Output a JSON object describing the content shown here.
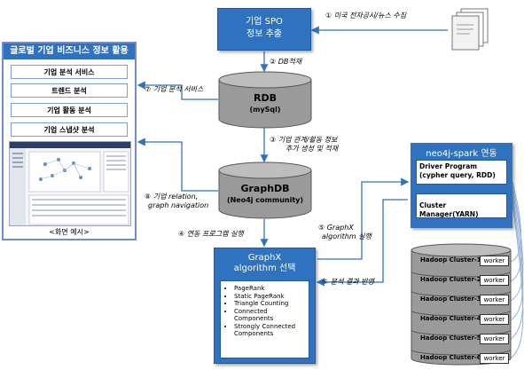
{
  "spo_box": {
    "line1": "기업 SPO",
    "line2": "정보 추출"
  },
  "left_panel": {
    "title": "글로벌 기업 비즈니스 정보 활용",
    "services": [
      "기업 분석 서비스",
      "트렌드 분석",
      "기업 활동 분석",
      "기업 스냅샷 분석"
    ],
    "caption": "<화면 예시>"
  },
  "rdb": {
    "name": "RDB",
    "sub": "(mySql)"
  },
  "graphdb": {
    "name": "GraphDB",
    "sub": "(Neo4j community)"
  },
  "steps": {
    "s1": {
      "num": "①",
      "text": "미국 전자공시/뉴스 수집"
    },
    "s2": {
      "num": "②",
      "text": "DB적재"
    },
    "s3": {
      "num": "③",
      "line1": "기업 관계/활동 정보",
      "line2": "추가 생성 및 적재"
    },
    "s4": {
      "num": "④",
      "text": "연동 프로그램 실행"
    },
    "s5": {
      "num": "⑤",
      "line1": "GraphX",
      "line2": "algorithm 실행"
    },
    "s6": {
      "num": "⑥",
      "text": "분석 결과 반영"
    },
    "s7": {
      "num": "⑦",
      "text": "기업 분석 서비스"
    },
    "s8": {
      "num": "⑧",
      "line1": "기업 relation,",
      "line2": "graph navigation"
    }
  },
  "spark": {
    "title": "neo4j-spark 연동",
    "driver_line1": "Driver Program",
    "driver_line2": "(cypher query, RDD)",
    "cluster_manager": "Cluster Manager(YARN)"
  },
  "graphx": {
    "line1": "GraphX",
    "line2": "algorithm 선택",
    "algorithms": [
      "PageRank",
      "Static PageRank",
      "Triangle Counting",
      "Connected Components",
      "Strongly Connected Components"
    ]
  },
  "hadoop": {
    "clusters": [
      "Hadoop Cluster-1",
      "Hadoop Cluster-2",
      "Hadoop Cluster-3",
      "Hadoop Cluster-4",
      "Hadoop Cluster-5",
      "Hadoop Cluster-6"
    ],
    "worker_label": "worker"
  },
  "colors": {
    "blue": "#2f73c0",
    "panel_border": "#6d8fcf",
    "cylinder": "#9a9a9a"
  },
  "icons": {
    "documents": "document-stack-icon"
  }
}
